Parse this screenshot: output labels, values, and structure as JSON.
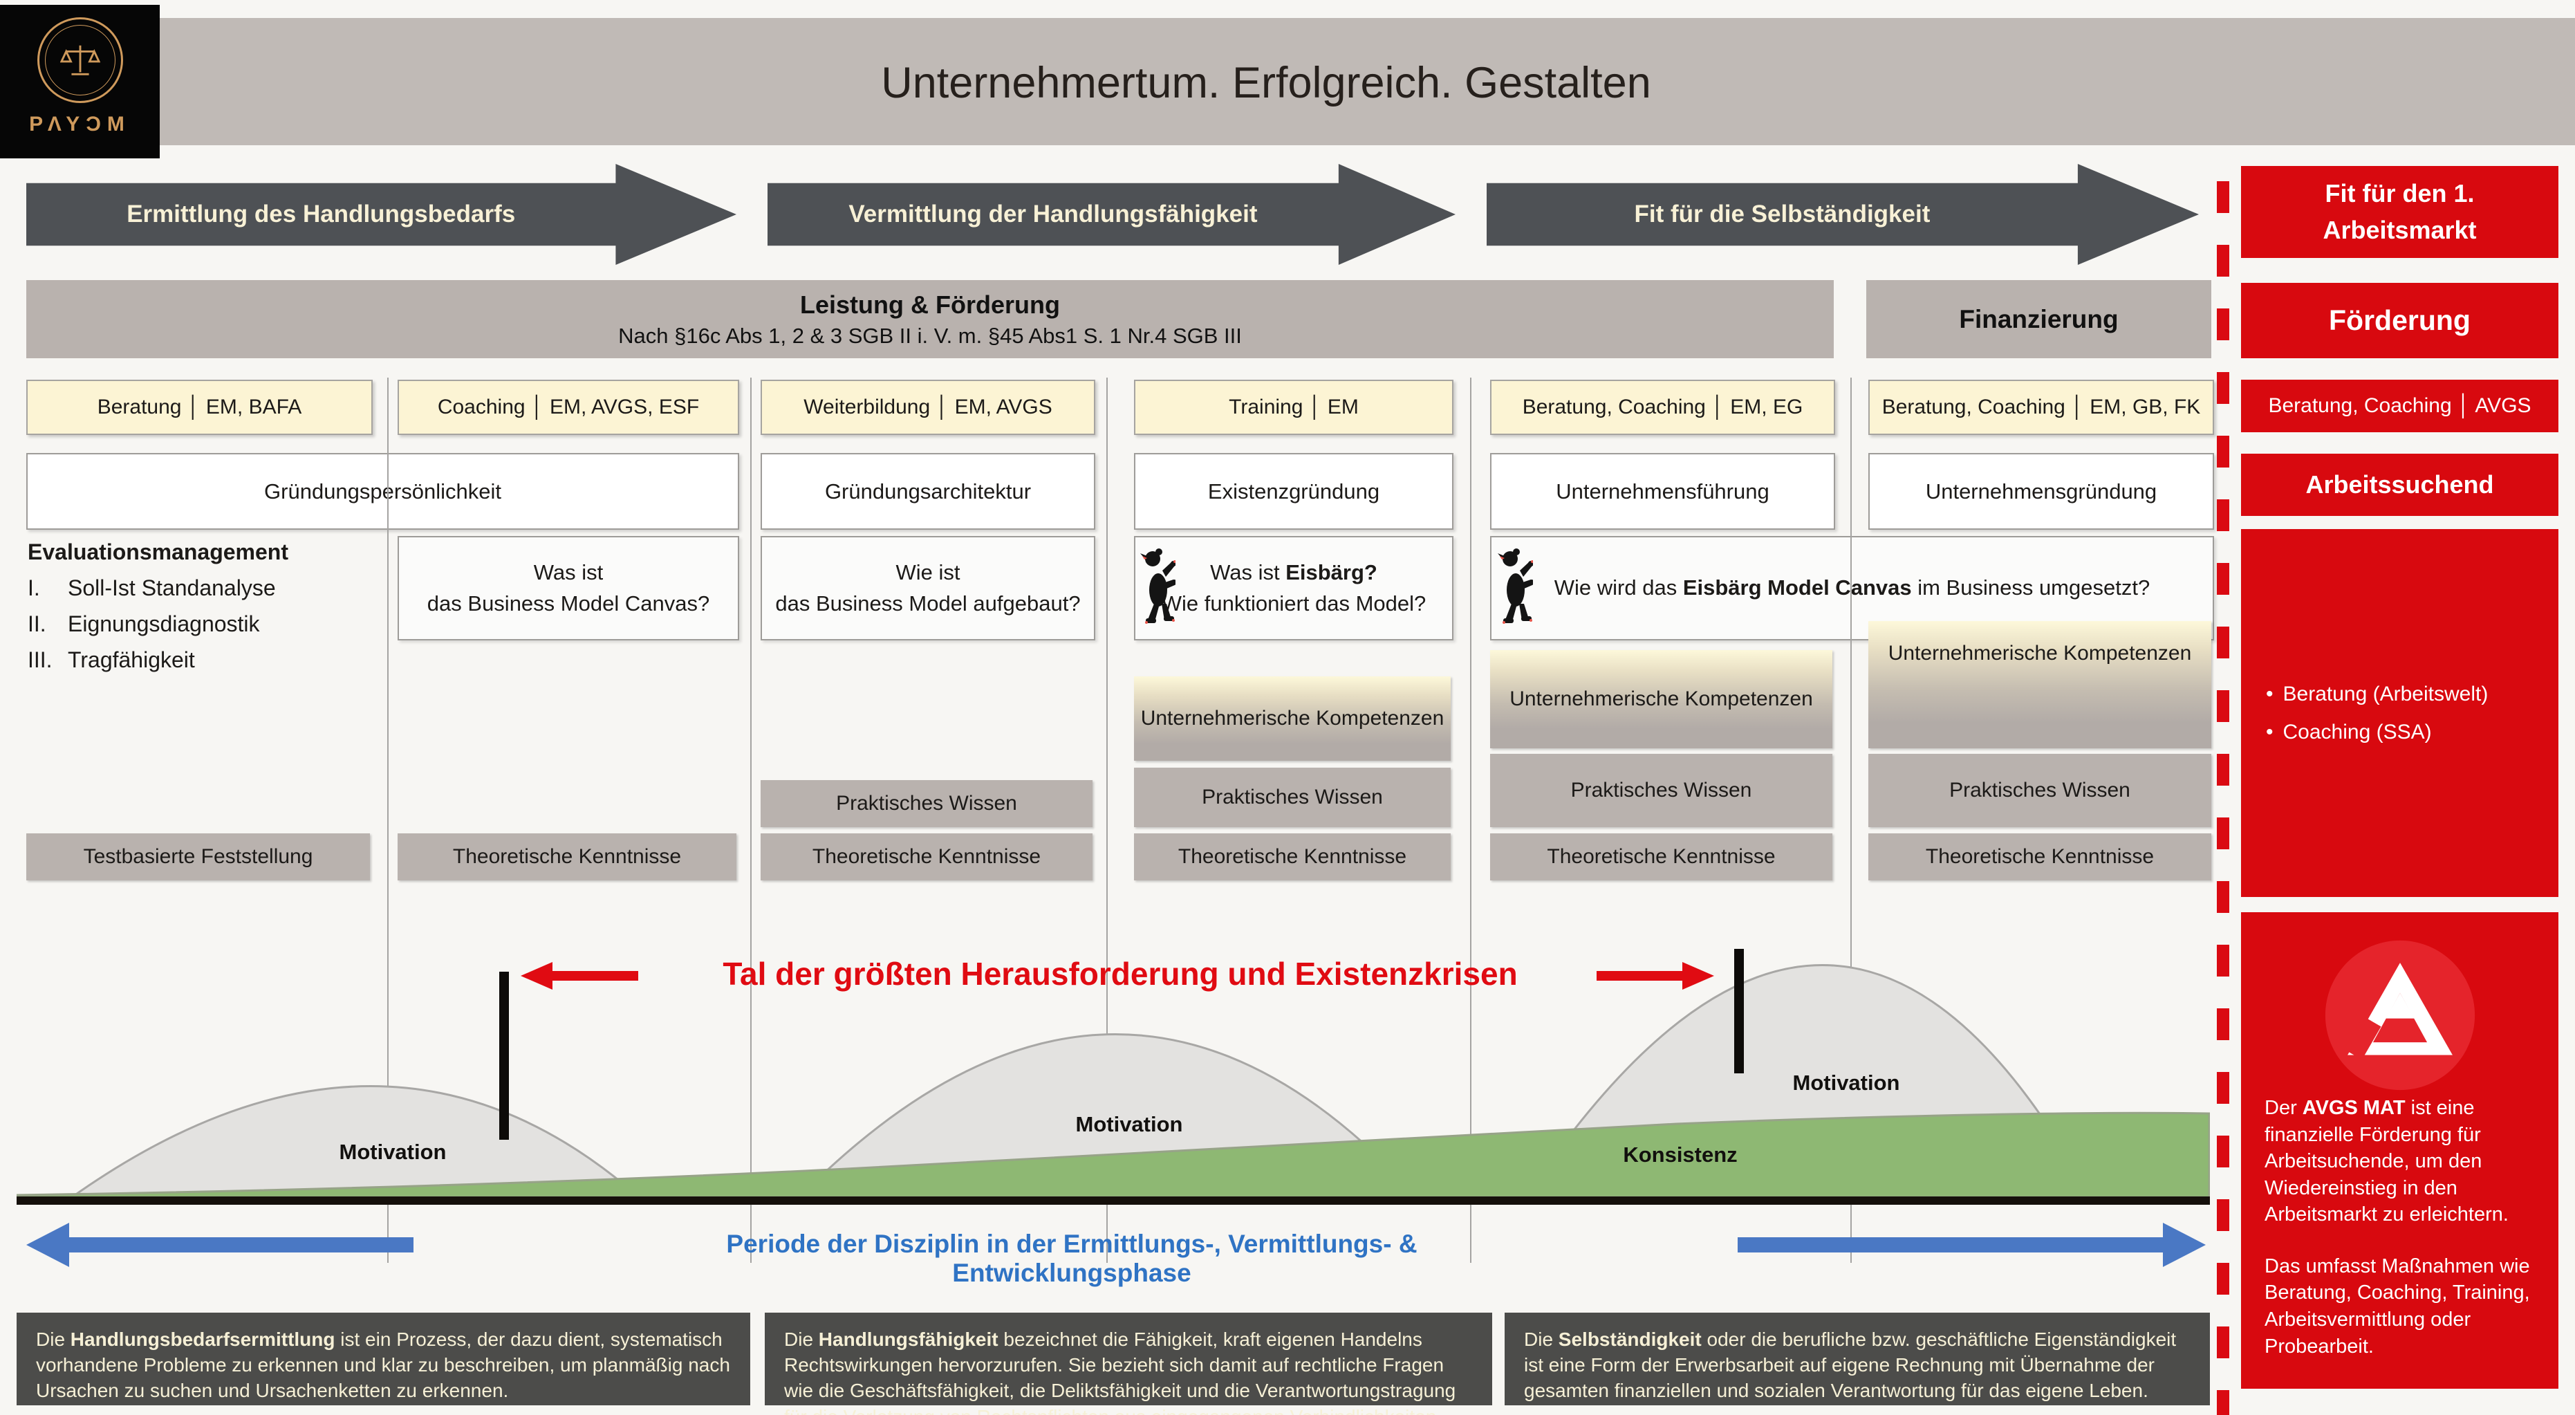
{
  "colors": {
    "accent_red": "#da0a12",
    "arrow_gray": "#4e5155",
    "band_gray": "#b9b2ae",
    "header_gray": "#c0bab6",
    "cream_yellow": "#fcf4d4",
    "blue": "#4a78c4",
    "green": "#8eb873",
    "gold": "#cf9a5c"
  },
  "header": {
    "logo_text": "ΡΛΥƆΜ",
    "title": "Unternehmertum. Erfolgreich. Gestalten"
  },
  "phases": [
    "Ermittlung des Handlungsbedarfs",
    "Vermittlung der Handlungsfähigkeit",
    "Fit für die Selbständigkeit"
  ],
  "leistung": {
    "title": "Leistung & Förderung",
    "subtitle": "Nach §16c Abs 1, 2 & 3 SGB II  i. V. m. §45 Abs1 S. 1 Nr.4 SGB III",
    "finanzierung": "Finanzierung"
  },
  "funding_boxes": [
    "Beratung │ EM, BAFA",
    "Coaching │ EM, AVGS, ESF",
    "Weiterbildung │ EM, AVGS",
    "Training │ EM",
    "Beratung, Coaching │ EM, EG",
    "Beratung, Coaching │ EM, GB, FK"
  ],
  "topics": [
    "Gründungspersönlichkeit",
    "Gründungsarchitektur",
    "Existenzgründung",
    "Unternehmensführung",
    "Unternehmensgründung"
  ],
  "evaluation": {
    "title": "Evaluationsmanagement",
    "items": [
      {
        "n": "I.",
        "t": "Soll-Ist Standanalyse"
      },
      {
        "n": "II.",
        "t": "Eignungsdiagnostik"
      },
      {
        "n": "III.",
        "t": "Tragfähigkeit"
      }
    ]
  },
  "questions": {
    "canvas": {
      "line1": "Was ist",
      "line2": "das Business Model Canvas?"
    },
    "aufbau": {
      "line1": "Wie ist",
      "line2": "das Business Model aufgebaut?"
    },
    "eisbaerg": {
      "line1_pre": "Was ist ",
      "line1_bold": "Eisbärg?",
      "line2": "Wie funktioniert das Model?"
    },
    "umsetzung": {
      "pre": "Wie wird das ",
      "bold": "Eisbärg Model Canvas",
      "post": " im Business umgesetzt?"
    }
  },
  "stacks": {
    "kompetenzen": "Unternehmerische Kompetenzen",
    "praktisch": "Praktisches Wissen",
    "theoretisch": "Theoretische Kenntnisse",
    "testbasiert": "Testbasierte Feststellung"
  },
  "valley": {
    "title": "Tal der größten Herausforderung und Existenzkrisen",
    "motivation_1": "Motivation",
    "motivation_2": "Motivation",
    "motivation_3": "Motivation",
    "konsistenz": "Konsistenz"
  },
  "discipline": {
    "pre": "Periode der ",
    "bold": "Disziplin",
    "post": " in der Ermittlungs-, Vermittlungs- & Entwicklungsphase"
  },
  "definitions": [
    {
      "pre": "Die ",
      "bold": "Handlungsbedarfsermittlung",
      "text": " ist ein Prozess, der dazu dient, systematisch vorhandene Probleme zu erkennen und klar zu beschreiben, um planmäßig nach Ursachen zu suchen und Ursachenketten zu erkennen."
    },
    {
      "pre": "Die ",
      "bold": "Handlungsfähigkeit",
      "text": " bezeichnet die Fähigkeit, kraft eigenen Handelns Rechtswirkungen hervorzurufen. Sie bezieht sich damit auf rechtliche Fragen wie die Geschäftsfähigkeit, die Deliktsfähigkeit und die Verantwortungstragung für die Verletzung von Rechtspflichten aus eingegangenen Verbindlichkeiten."
    },
    {
      "pre": "Die ",
      "bold": "Selbständigkeit",
      "text": " oder die berufliche bzw. geschäftliche Eigenständigkeit ist eine Form der Erwerbsarbeit auf eigene Rechnung mit Übernahme der gesamten finanziellen und sozialen Verantwortung für das eigene Leben."
    }
  ],
  "sidebar": {
    "fit_arbeitsmarkt": "Fit für den 1. Arbeitsmarkt",
    "foerderung": "Förderung",
    "beratung_avgs": "Beratung, Coaching │ AVGS",
    "arbeitssuchend": "Arbeitssuchend",
    "bullets": [
      "Beratung (Arbeitswelt)",
      "Coaching (SSA)"
    ],
    "avgs_p1_pre": "Der ",
    "avgs_p1_bold": "AVGS MAT",
    "avgs_p1_text": " ist eine finanzielle Förderung für Arbeitsuchende, um den Wiedereinstieg in den Arbeitsmarkt zu erleichtern.",
    "avgs_p2": "Das umfasst Maßnahmen wie Beratung, Coaching, Training, Arbeitsvermittlung oder Probearbeit."
  }
}
